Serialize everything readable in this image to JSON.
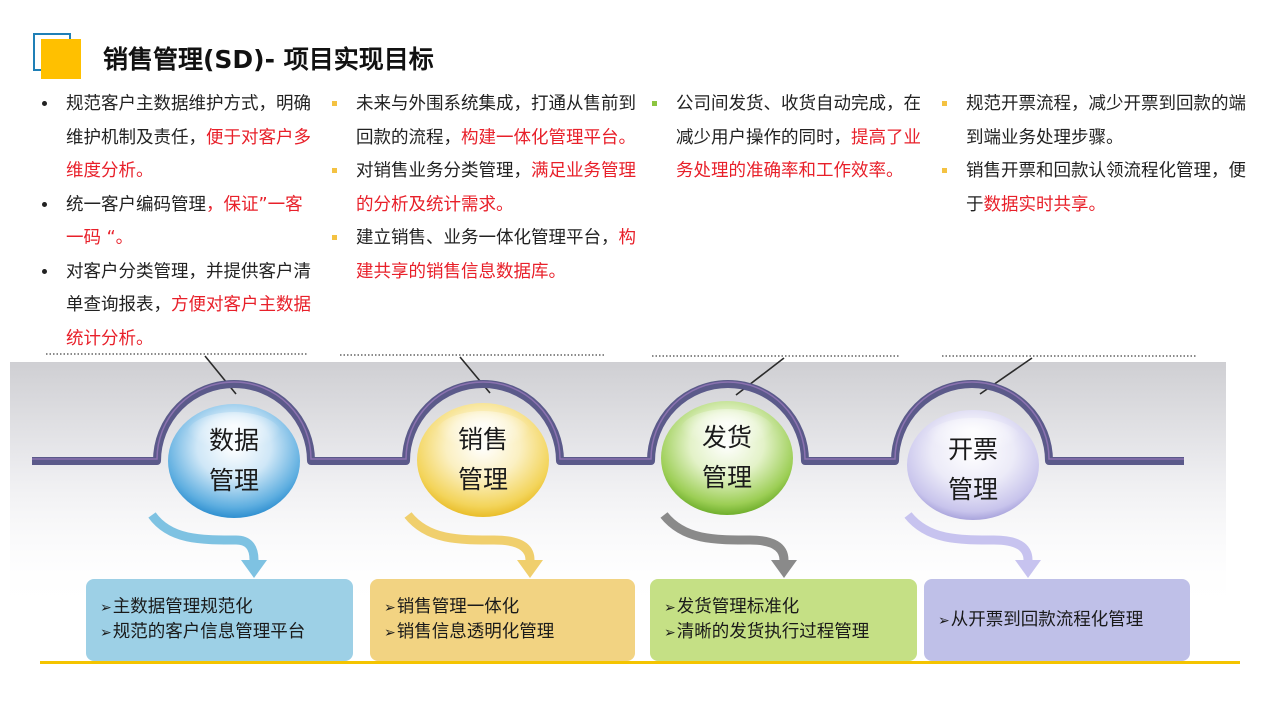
{
  "title": "销售管理(SD)- 项目实现目标",
  "columns": [
    {
      "items": [
        {
          "text": "规范客户主数据维护方式，明确维护机制及责任，",
          "highlight": "便于对客户多维度分析。"
        },
        {
          "text": "统一客户编码管理",
          "highlight": "，保证”一客一码 “。"
        },
        {
          "text": "对客户分类管理，并提供客户清单查询报表，",
          "highlight": "方便对客户主数据统计分析。"
        }
      ]
    },
    {
      "items": [
        {
          "text": "未来与外围系统集成，打通从售前到回款的流程，",
          "highlight": "构建一体化管理平台。"
        },
        {
          "text": "对销售业务分类管理，",
          "highlight": "满足业务管理的分析及统计需求。"
        },
        {
          "text": "建立销售、业务一体化管理平台，",
          "highlight": "构建共享的销售信息数据库。"
        }
      ]
    },
    {
      "items": [
        {
          "text": "公司间发货、收货自动完成，在减少用户操作的同时，",
          "highlight": "提高了业务处理的准确率和工作效率。"
        }
      ]
    },
    {
      "items": [
        {
          "text": "规范开票流程，减少开票到回款的端到端业务处理步骤。",
          "highlight": ""
        },
        {
          "text": "销售开票和回款认领流程化管理，便于",
          "highlight": "数据实时共享。"
        }
      ]
    }
  ],
  "nodes": [
    {
      "line1": "数据",
      "line2": "管理"
    },
    {
      "line1": "销售",
      "line2": "管理"
    },
    {
      "line1": "发货",
      "line2": "管理"
    },
    {
      "line1": "开票",
      "line2": "管理"
    }
  ],
  "boxes": [
    {
      "lines": [
        "主数据管理规范化",
        "规范的客户信息管理平台"
      ]
    },
    {
      "lines": [
        "销售管理一体化",
        "销售信息透明化管理"
      ]
    },
    {
      "lines": [
        "发货管理标准化",
        "清晰的发货执行过程管理"
      ]
    },
    {
      "lines": [
        "从开票到回款流程化管理"
      ]
    }
  ],
  "colors": {
    "accent_yellow": "#ffc000",
    "highlight_red": "#e8202a",
    "track": "#5b5a8a",
    "node_blue": "#2f8fd0",
    "node_yellow": "#f2cc3e",
    "node_green": "#7cb83a",
    "node_lavender": "#b7b3e3",
    "box_blue": "#9dd0e6",
    "box_yellow": "#f2d382",
    "box_green": "#c5e085",
    "box_lavender": "#bfc0e8"
  }
}
